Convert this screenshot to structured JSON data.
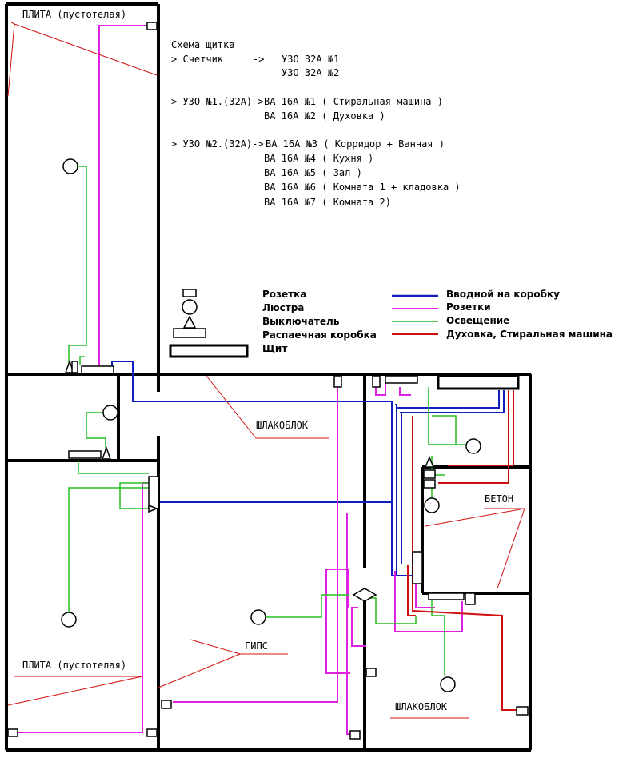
{
  "panel_scheme": {
    "title": "Схема щитка",
    "lines": [
      {
        "left": "> Счетчик",
        "arrow": "->",
        "right": "УЗО 32А №1"
      },
      {
        "left": "",
        "arrow": "",
        "right": "УЗО 32А №2"
      }
    ],
    "uzo1": {
      "head": "> УЗО №1.(32А)->",
      "items": [
        "ВА 16А №1 ( Стиральная машина )",
        "ВА 16А №2 ( Духовка )"
      ]
    },
    "uzo2": {
      "head": "> УЗО №2.(32А)->",
      "items": [
        "ВА 16А №3 ( Корридор + Ванная )",
        "ВА 16А №4 ( Кухня )",
        "ВА 16А №5 ( Зал )",
        "ВА 16А №6 ( Комната 1 + кладовка )",
        "ВА 16А №7 ( Комната 2)"
      ]
    }
  },
  "symbols_legend": [
    "Розетка",
    "Люстра",
    "Выключатель",
    "Распаечная коробка",
    "Щит"
  ],
  "wires_legend": [
    {
      "label": "Вводной на коробку",
      "color": "#1020c0"
    },
    {
      "label": "Розетки",
      "color": "#e020e0"
    },
    {
      "label": "Освещение",
      "color": "#20c020"
    },
    {
      "label": "Духовка, Стиральная машина",
      "color": "#d01010"
    }
  ],
  "wall_labels": {
    "plita_top": "ПЛИТА (пустотелая)",
    "plita_bottom": "ПЛИТА (пустотелая)",
    "shlakoblok_mid": "ШЛАКОБЛОК",
    "shlakoblok_bottom": "ШЛАКОБЛОК",
    "beton": "БЕТОН",
    "gips": "ГИПС"
  }
}
